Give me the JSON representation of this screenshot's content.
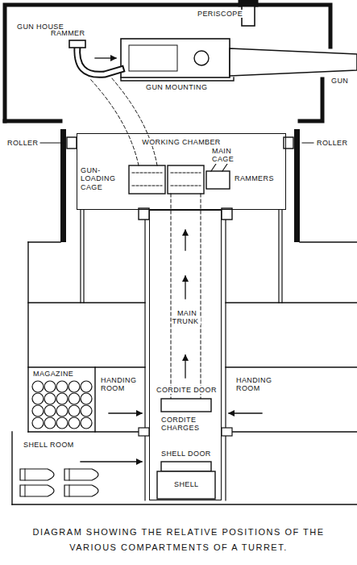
{
  "diagram": {
    "caption": "DIAGRAM SHOWING THE RELATIVE POSITIONS OF THE VARIOUS COMPARTMENTS OF A TURRET.",
    "nodes": [
      {
        "text": [
          "WORKING CHAMBER"
        ]
      },
      {
        "text": [
          "MAIN TRUNK"
        ]
      }
    ],
    "labels": [
      "PERISCOPE",
      "GUN HOUSE",
      "RAMMER",
      "GUN",
      "GUN MOUNTING",
      "ROLLER",
      "ROLLER",
      "MAIN CAGE",
      "GUN-LOADING CAGE",
      "RAMMERS",
      "MAGAZINE",
      "HANDING ROOM",
      "HANDING ROOM",
      "CORDITE DOOR",
      "CORDITE CHARGES",
      "SHELL ROOM",
      "SHELL DOOR",
      "SHELL"
    ]
  }
}
